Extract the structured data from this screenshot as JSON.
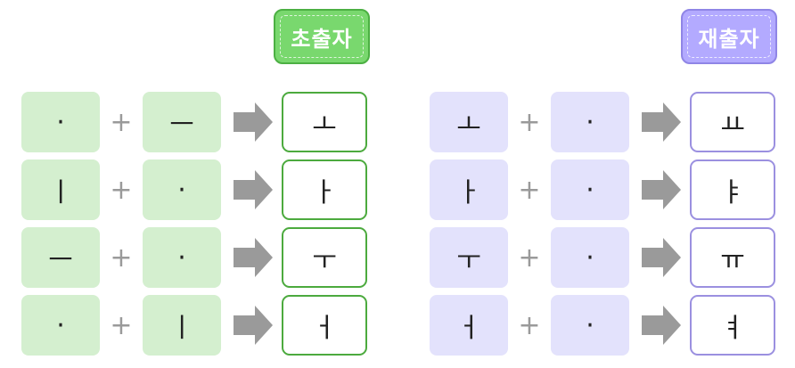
{
  "initial": {
    "label": "초출자",
    "rows": [
      {
        "a": "·",
        "b": "ㅡ",
        "result": "ㅗ"
      },
      {
        "a": "ㅣ",
        "b": "·",
        "result": "ㅏ"
      },
      {
        "a": "ㅡ",
        "b": "·",
        "result": "ㅜ"
      },
      {
        "a": "·",
        "b": "ㅣ",
        "result": "ㅓ"
      }
    ]
  },
  "secondary": {
    "label": "재출자",
    "rows": [
      {
        "a": "ㅗ",
        "b": "·",
        "result": "ㅛ"
      },
      {
        "a": "ㅏ",
        "b": "·",
        "result": "ㅑ"
      },
      {
        "a": "ㅜ",
        "b": "·",
        "result": "ㅠ"
      },
      {
        "a": "ㅓ",
        "b": "·",
        "result": "ㅕ"
      }
    ]
  },
  "operator": "+",
  "colors": {
    "green_badge": "#79d86e",
    "green_cell": "#d4efcf",
    "green_border": "#4caa3e",
    "purple_badge": "#b3aaff",
    "purple_cell": "#e3e2fc",
    "purple_border": "#9b90e0",
    "arrow": "#9a9a9a"
  }
}
